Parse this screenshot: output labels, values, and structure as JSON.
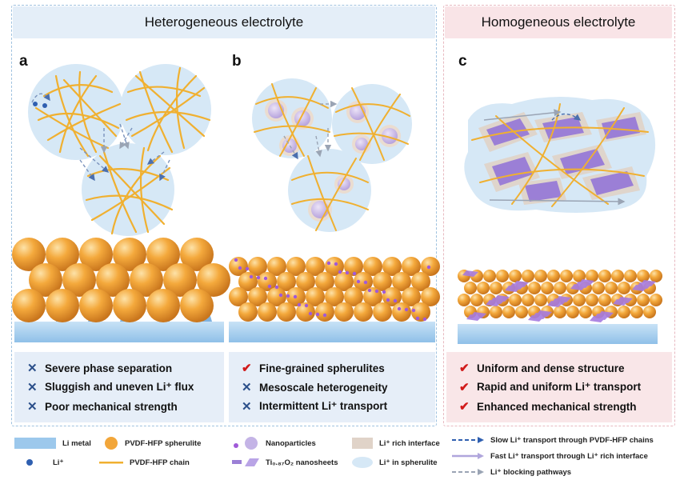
{
  "headers": {
    "heterogeneous": "Heterogeneous electrolyte",
    "homogeneous": "Homogeneous electrolyte"
  },
  "panels": {
    "a": {
      "label": "a",
      "bullets": [
        {
          "mark": "x",
          "text": "Severe phase separation"
        },
        {
          "mark": "x",
          "text": "Sluggish and uneven Li⁺ flux"
        },
        {
          "mark": "x",
          "text": "Poor mechanical strength"
        }
      ]
    },
    "b": {
      "label": "b",
      "bullets": [
        {
          "mark": "check",
          "text": "Fine-grained spherulites"
        },
        {
          "mark": "x",
          "text": "Mesoscale heterogeneity"
        },
        {
          "mark": "x",
          "text": "Intermittent Li⁺ transport"
        }
      ]
    },
    "c": {
      "label": "c",
      "bullets": [
        {
          "mark": "check",
          "text": "Uniform and dense structure"
        },
        {
          "mark": "check",
          "text": "Rapid and uniform Li⁺ transport"
        },
        {
          "mark": "check",
          "text": "Enhanced mechanical strength"
        }
      ]
    }
  },
  "marks": {
    "x": "✕",
    "check": "✔"
  },
  "legend": {
    "li_metal": "Li metal",
    "li_ion": "Li⁺",
    "spherulite": "PVDF-HFP spherulite",
    "chain": "PVDF-HFP chain",
    "nanoparticles": "Nanoparticles",
    "nanosheets": "Ti₀.₈₇O₂ nanosheets",
    "rich_interface": "Li⁺ rich interface",
    "in_spherulite": "Li⁺ in spherulite",
    "slow": "Slow Li⁺ transport through PVDF-HFP chains",
    "fast": "Fast Li⁺ transport through Li⁺ rich interface",
    "blocking": "Li⁺ blocking pathways"
  },
  "colors": {
    "header_het": "#e4eef8",
    "header_hom": "#f9e4e7",
    "sphere": "#f2a63a",
    "chain": "#f0b030",
    "li_metal": "#9cc8ec",
    "li_ion": "#2f5fb0",
    "nanosheet": "#9b7fd6",
    "interface": "#e0d3c8",
    "spherulite_bg": "#d6e8f6",
    "check": "#d11a1a",
    "cross": "#2b4f8a"
  }
}
